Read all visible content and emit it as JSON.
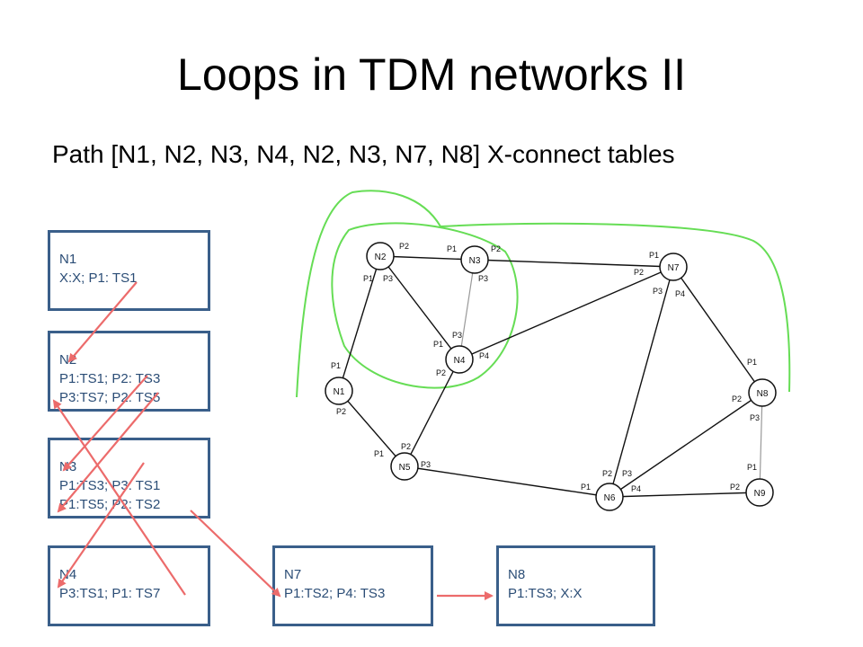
{
  "title": "Loops in TDM networks II",
  "subtitle": "Path [N1, N2, N3, N4, N2, N3, N7, N8] X-connect tables",
  "tables": [
    {
      "name": "N1",
      "rows": [
        "X:X; P1: TS1"
      ]
    },
    {
      "name": "N2",
      "rows": [
        "P1:TS1; P2: TS3",
        "P3:TS7; P2: TS5"
      ]
    },
    {
      "name": "N3",
      "rows": [
        "P1:TS3; P3: TS1",
        "P1:TS5; P2: TS2"
      ]
    },
    {
      "name": "N4",
      "rows": [
        "P3:TS1; P1: TS7"
      ]
    },
    {
      "name": "N7",
      "rows": [
        "P1:TS2; P4: TS3"
      ]
    },
    {
      "name": "N8",
      "rows": [
        "P1:TS3;  X:X"
      ]
    }
  ],
  "network": {
    "nodes": [
      "N1",
      "N2",
      "N3",
      "N4",
      "N5",
      "N6",
      "N7",
      "N8",
      "N9"
    ],
    "links": [
      {
        "from": "N1",
        "to": "N2",
        "from_port": "P1",
        "to_port": "P1"
      },
      {
        "from": "N2",
        "to": "N3",
        "from_port": "P2",
        "to_port": "P1"
      },
      {
        "from": "N2",
        "to": "N4",
        "from_port": "P3",
        "to_port": "P1"
      },
      {
        "from": "N3",
        "to": "N4",
        "from_port": "P3",
        "to_port": "P3"
      },
      {
        "from": "N3",
        "to": "N7",
        "from_port": "P2",
        "to_port": "P1"
      },
      {
        "from": "N4",
        "to": "N7",
        "from_port": "P4",
        "to_port": "P2"
      },
      {
        "from": "N4",
        "to": "N5",
        "from_port": "P2",
        "to_port": "P2"
      },
      {
        "from": "N1",
        "to": "N5",
        "from_port": "P2",
        "to_port": "P1"
      },
      {
        "from": "N5",
        "to": "N6",
        "from_port": "P3",
        "to_port": "P1"
      },
      {
        "from": "N7",
        "to": "N6",
        "from_port": "P3",
        "to_port": "P2"
      },
      {
        "from": "N7",
        "to": "N8",
        "from_port": "P4",
        "to_port": "P1"
      },
      {
        "from": "N8",
        "to": "N6",
        "from_port": "P2",
        "to_port": "P3"
      },
      {
        "from": "N8",
        "to": "N9",
        "from_port": "P3",
        "to_port": "P1"
      },
      {
        "from": "N6",
        "to": "N9",
        "from_port": "P4",
        "to_port": "P2"
      }
    ]
  },
  "colors": {
    "accent_path": "#ec6b6b",
    "loop_outline": "#66dd55",
    "table_border": "#3a5f8a",
    "table_text": "#2b4d76",
    "node_stroke": "#111111",
    "faint_link": "#999999"
  }
}
